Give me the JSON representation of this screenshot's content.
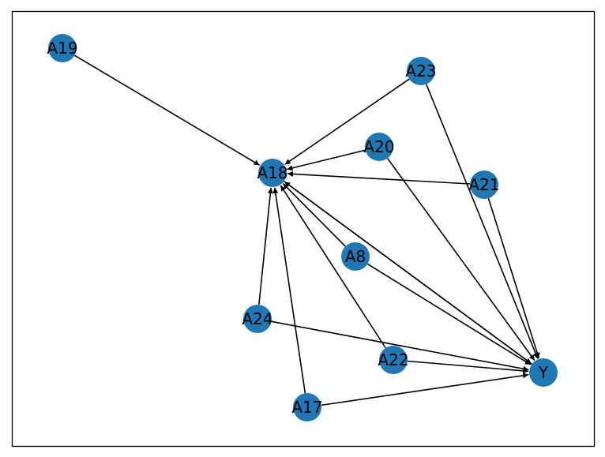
{
  "diagram": {
    "type": "directed-graph",
    "node_color": "#1f77b4",
    "edge_color": "#000000",
    "background": "#ffffff",
    "nodes": [
      {
        "id": "A19",
        "label": "A19"
      },
      {
        "id": "A18",
        "label": "A18"
      },
      {
        "id": "A23",
        "label": "A23"
      },
      {
        "id": "A20",
        "label": "A20"
      },
      {
        "id": "A21",
        "label": "A21"
      },
      {
        "id": "A8",
        "label": "A8"
      },
      {
        "id": "A24",
        "label": "A24"
      },
      {
        "id": "A22",
        "label": "A22"
      },
      {
        "id": "A17",
        "label": "A17"
      },
      {
        "id": "Y",
        "label": "Y"
      }
    ],
    "edges": [
      {
        "source": "A19",
        "target": "A18"
      },
      {
        "source": "A23",
        "target": "A18"
      },
      {
        "source": "A23",
        "target": "Y"
      },
      {
        "source": "A20",
        "target": "A18"
      },
      {
        "source": "A20",
        "target": "Y"
      },
      {
        "source": "A21",
        "target": "A18"
      },
      {
        "source": "A21",
        "target": "Y"
      },
      {
        "source": "A8",
        "target": "A18"
      },
      {
        "source": "A8",
        "target": "Y"
      },
      {
        "source": "A22",
        "target": "A18"
      },
      {
        "source": "A22",
        "target": "Y"
      },
      {
        "source": "A24",
        "target": "A18"
      },
      {
        "source": "A24",
        "target": "Y"
      },
      {
        "source": "A17",
        "target": "A18"
      },
      {
        "source": "A17",
        "target": "Y"
      },
      {
        "source": "Y",
        "target": "A18"
      },
      {
        "source": "A18",
        "target": "Y"
      }
    ]
  }
}
